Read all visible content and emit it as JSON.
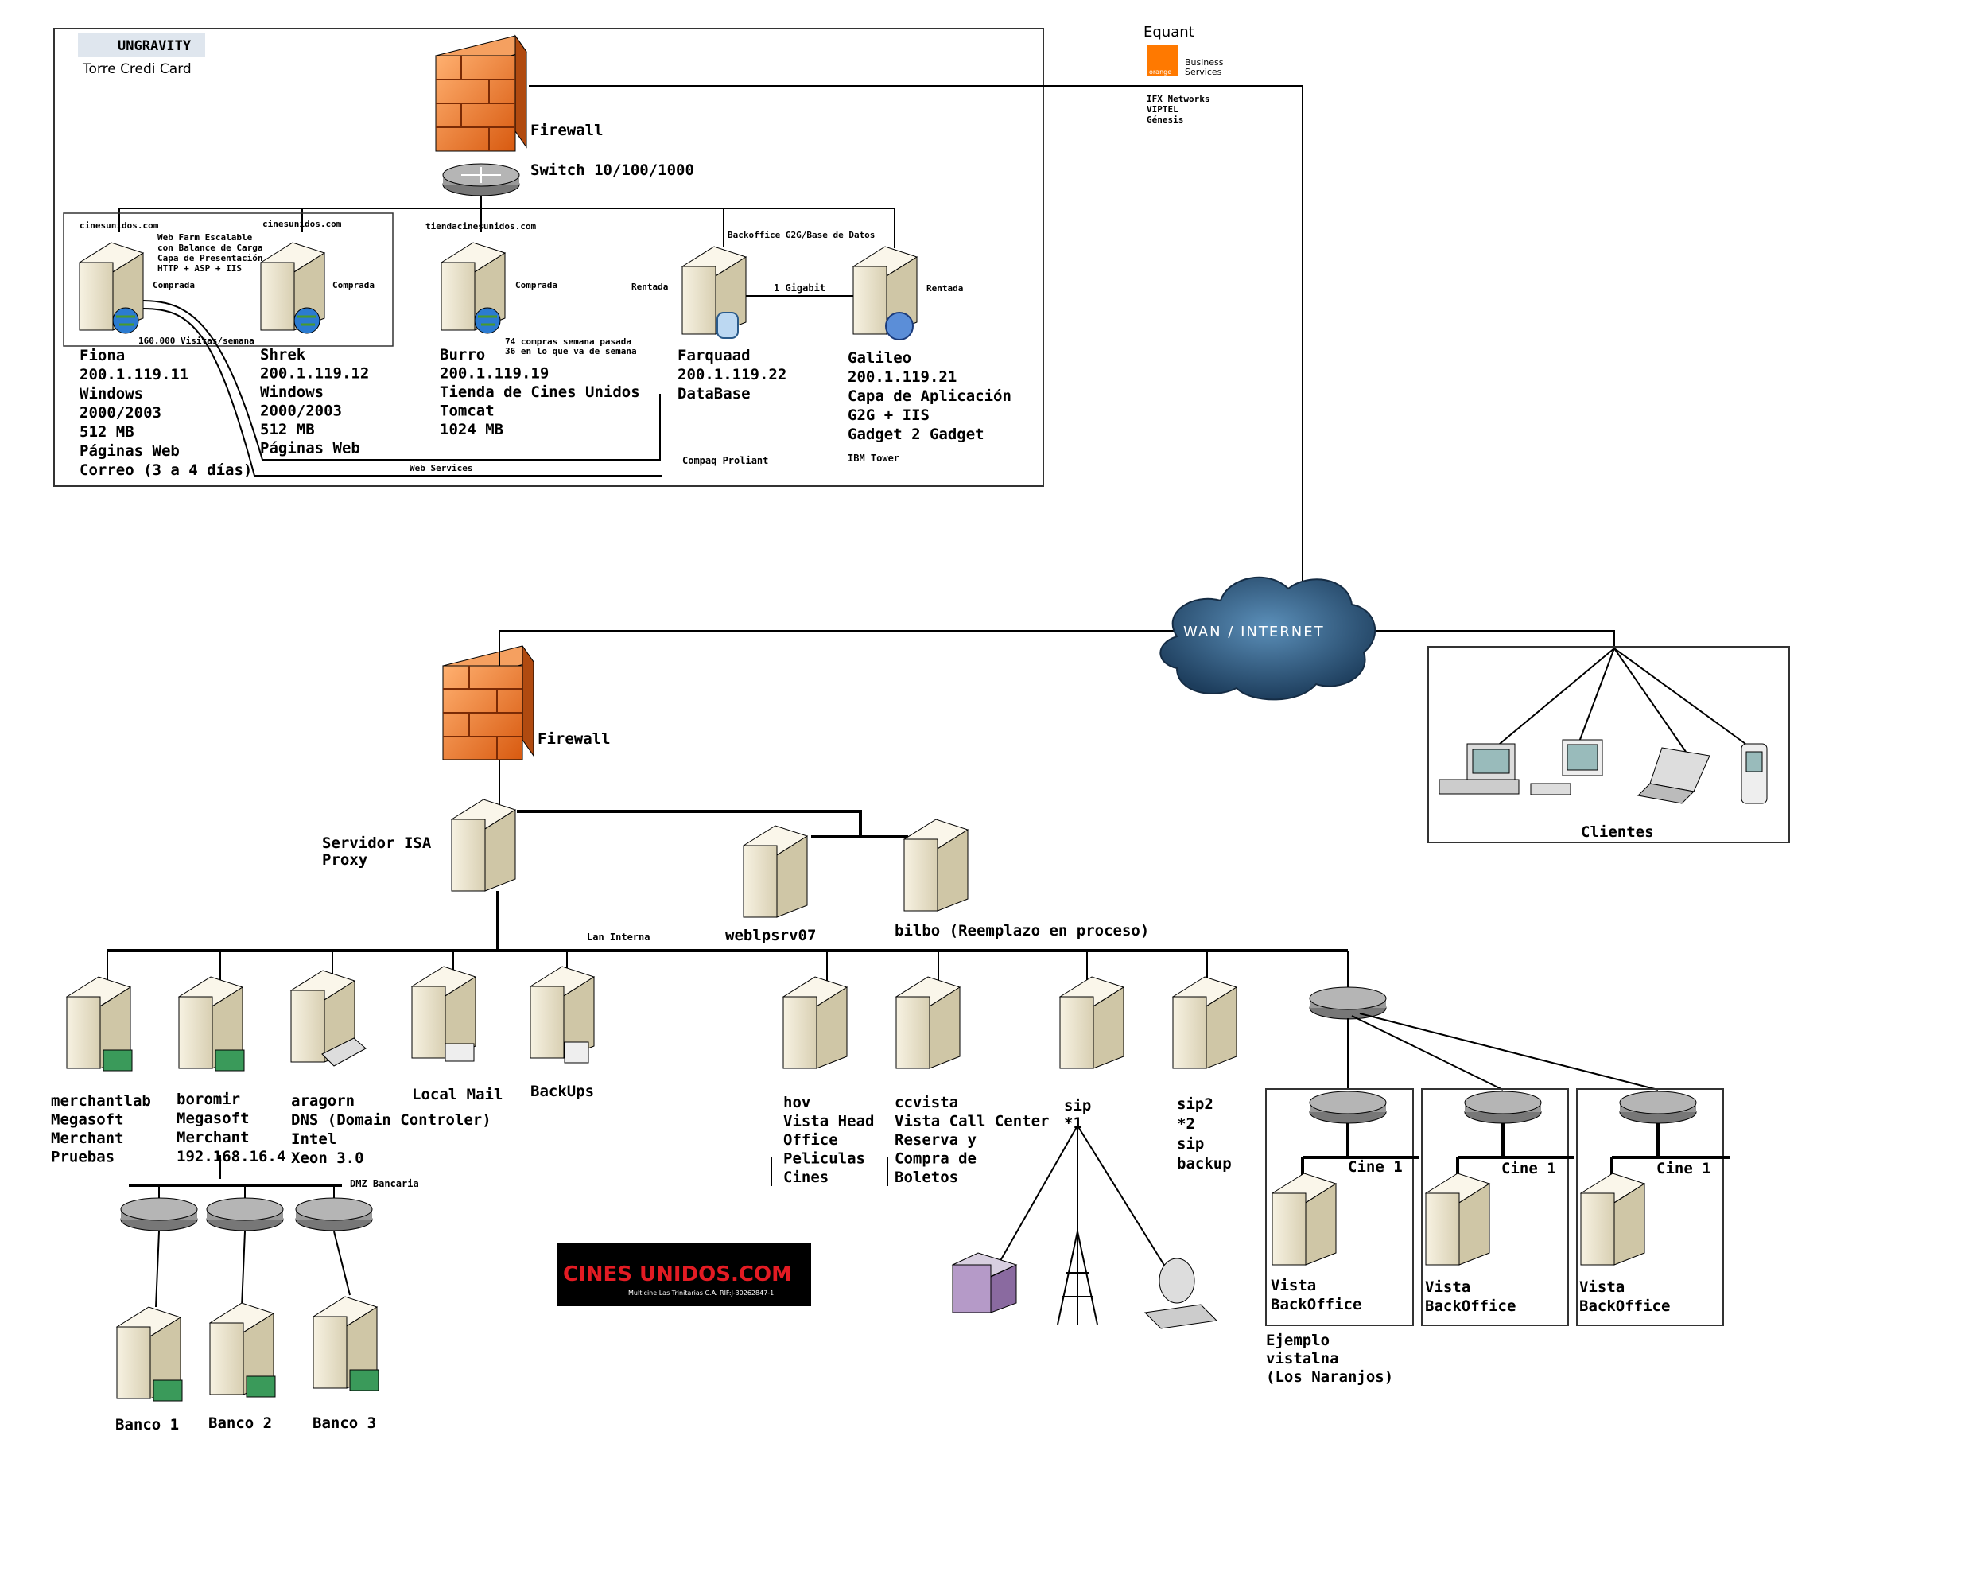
{
  "top_site": {
    "logo": "UNGRAVITY",
    "site_name": "Torre Credi Card",
    "firewall": "Firewall",
    "switch": "Switch 10/100/1000",
    "web_farm": "Web Farm Escalable\ncon Balance de Carga\nCapa de Presentación\nHTTP + ASP + IIS",
    "visits": "160.000 Visitas/semana",
    "web_services": "Web Services",
    "backoffice_note": "Backoffice G2G/Base de Datos",
    "gigabit": "1 Gigabit",
    "compaq": "Compaq Proliant",
    "ibm": "IBM Tower",
    "burro_note": "74 compras semana pasada\n36 en lo que va de semana",
    "servers": [
      {
        "domain": "cinesunidos.com",
        "tag": "Comprada",
        "lines": [
          "Fiona",
          "200.1.119.11",
          "Windows",
          "2000/2003",
          "512 MB",
          "Páginas Web",
          "Correo (3 a 4 días)"
        ]
      },
      {
        "domain": "cinesunidos.com",
        "tag": "Comprada",
        "lines": [
          "Shrek",
          "200.1.119.12",
          "Windows",
          "2000/2003",
          "512 MB",
          "Páginas Web"
        ]
      },
      {
        "domain": "tiendacinesunidos.com",
        "tag": "Comprada",
        "lines": [
          "Burro",
          "200.1.119.19",
          "Tienda de Cines Unidos",
          "Tomcat",
          "1024 MB"
        ]
      },
      {
        "domain": "",
        "tag": "Rentada",
        "lines": [
          "Farquaad",
          "200.1.119.22",
          "DataBase"
        ]
      },
      {
        "domain": "",
        "tag": "Rentada",
        "lines": [
          "Galileo",
          "200.1.119.21",
          "Capa de Aplicación",
          "G2G + IIS",
          "Gadget 2 Gadget"
        ]
      }
    ]
  },
  "provider": {
    "name": "Equant",
    "logo_word": "orange",
    "business": "Business\nServices",
    "networks": "IFX Networks\nVIPTEL\nGénesis"
  },
  "wan": "WAN / INTERNET",
  "clients": "Clientes",
  "lower_site": {
    "firewall": "Firewall",
    "isa": "Servidor ISA\nProxy",
    "lan": "Lan Interna",
    "weblpsrv07": "weblpsrv07",
    "bilbo": "bilbo (Reemplazo en proceso)",
    "dmz": "DMZ Bancaria",
    "servers": [
      "merchantlab\nMegasoft\nMerchant\nPruebas",
      "boromir\nMegasoft\nMerchant\n192.168.16.4",
      "aragorn\nDNS (Domain Controler)\nIntel\nXeon 3.0",
      "Local Mail",
      "BackUps",
      "hov\nVista Head\nOffice\nPeliculas\nCines",
      "ccvista\nVista Call Center\nReserva y\nCompra de\nBoletos",
      "sip\n*1",
      "sip2\n*2\nsip\nbackup"
    ],
    "banks": [
      "Banco 1",
      "Banco 2",
      "Banco 3"
    ],
    "cines_logo": "CINES UNIDOS.COM",
    "cines_sub": "Multicine Las Trinitarias C.A. RIF:J-30262847-1",
    "cines": [
      {
        "name": "Cine 1",
        "app": "Vista\nBackOffice"
      },
      {
        "name": "Cine 1",
        "app": "Vista\nBackOffice"
      },
      {
        "name": "Cine 1",
        "app": "Vista\nBackOffice"
      }
    ],
    "example": "Ejemplo\nvistalna\n(Los Naranjos)"
  },
  "colors": {
    "firewall": "#f07a2a",
    "server_body": "#eee8d4",
    "router": "#9a9a9a",
    "cloud": "#2e5d82"
  }
}
